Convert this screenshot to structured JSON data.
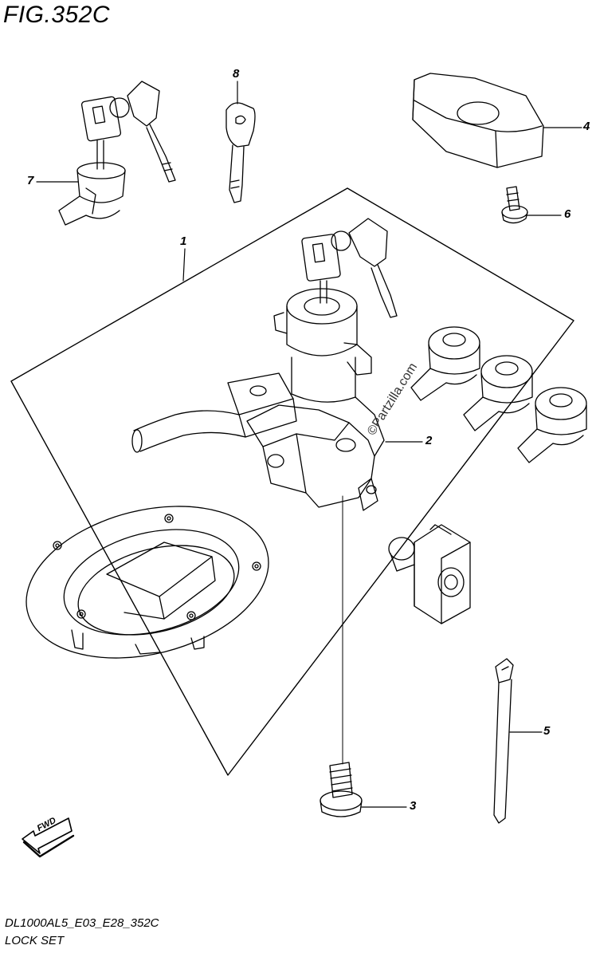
{
  "figure": {
    "title": "FIG.352C",
    "code": "DL1000AL5_E03_E28_352C",
    "name": "LOCK SET"
  },
  "watermark": "©Partzilla.com",
  "fwd_label": "FWD",
  "callouts": [
    {
      "id": "1",
      "label": "1"
    },
    {
      "id": "2",
      "label": "2"
    },
    {
      "id": "3",
      "label": "3"
    },
    {
      "id": "4",
      "label": "4"
    },
    {
      "id": "5",
      "label": "5"
    },
    {
      "id": "6",
      "label": "6"
    },
    {
      "id": "7",
      "label": "7"
    },
    {
      "id": "8",
      "label": "8"
    }
  ],
  "colors": {
    "line": "#000000",
    "background": "#ffffff"
  }
}
